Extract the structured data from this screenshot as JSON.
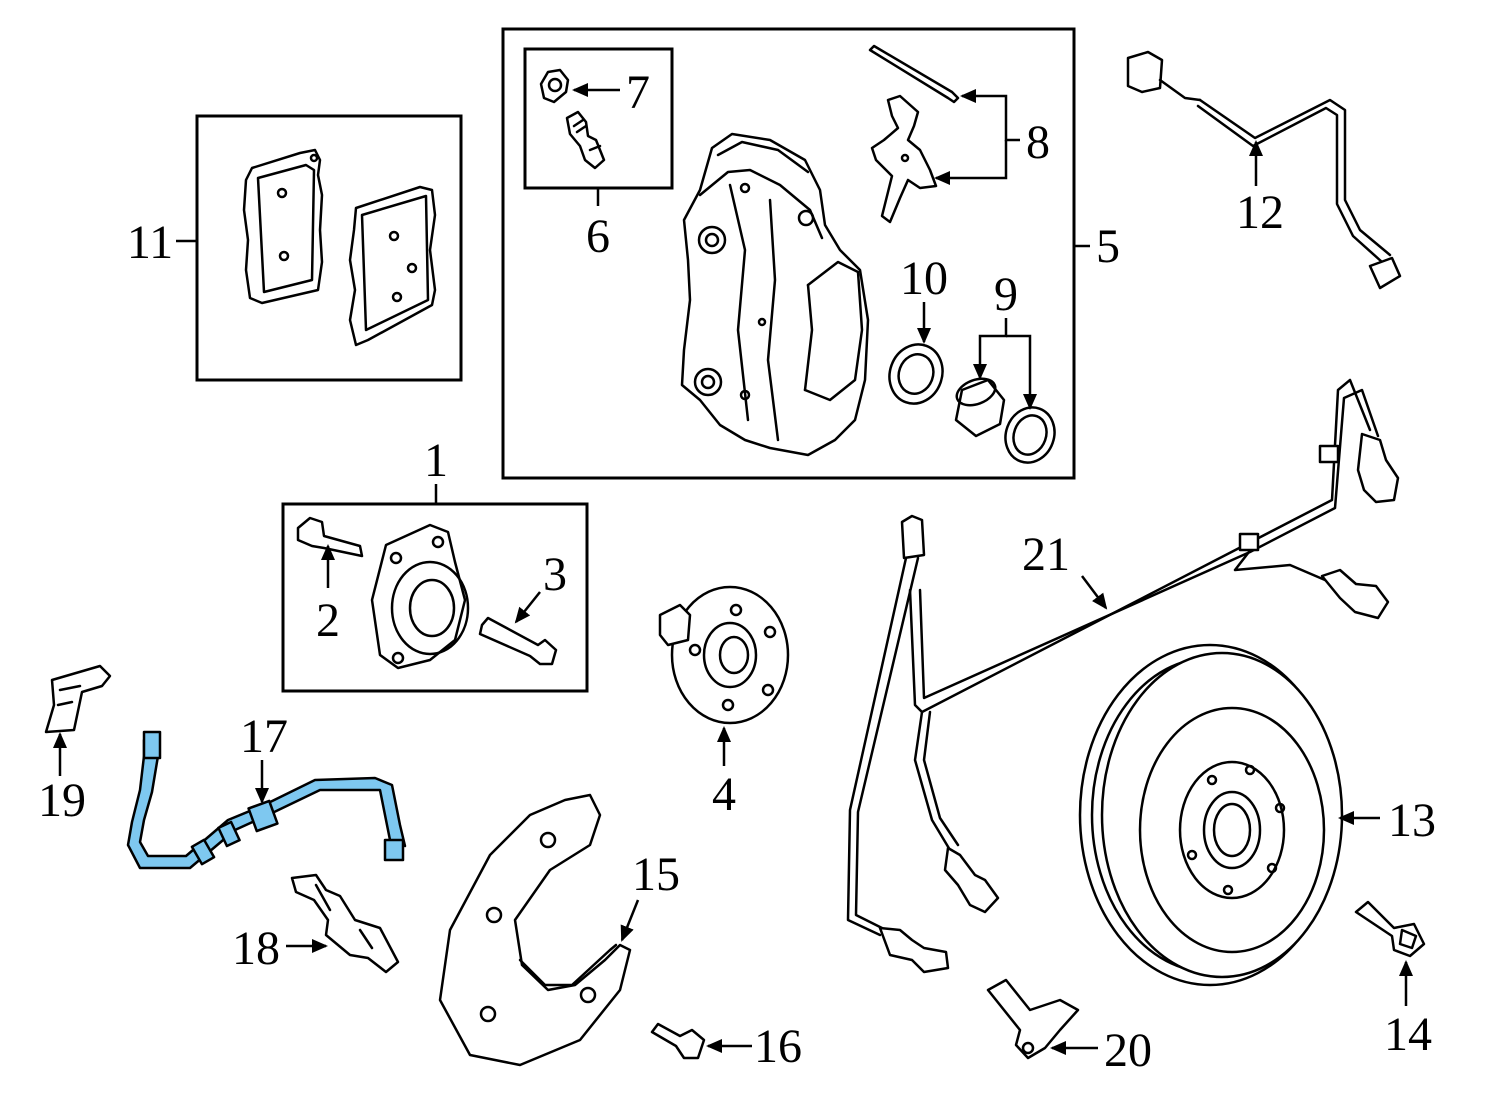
{
  "diagram": {
    "callouts": [
      {
        "id": "c1",
        "label": "1"
      },
      {
        "id": "c2",
        "label": "2"
      },
      {
        "id": "c3",
        "label": "3"
      },
      {
        "id": "c4",
        "label": "4"
      },
      {
        "id": "c5",
        "label": "5"
      },
      {
        "id": "c6",
        "label": "6"
      },
      {
        "id": "c7",
        "label": "7"
      },
      {
        "id": "c8",
        "label": "8"
      },
      {
        "id": "c9",
        "label": "9"
      },
      {
        "id": "c10",
        "label": "10"
      },
      {
        "id": "c11",
        "label": "11"
      },
      {
        "id": "c12",
        "label": "12"
      },
      {
        "id": "c13",
        "label": "13"
      },
      {
        "id": "c14",
        "label": "14"
      },
      {
        "id": "c15",
        "label": "15"
      },
      {
        "id": "c16",
        "label": "16"
      },
      {
        "id": "c17",
        "label": "17"
      },
      {
        "id": "c18",
        "label": "18"
      },
      {
        "id": "c19",
        "label": "19"
      },
      {
        "id": "c20",
        "label": "20"
      },
      {
        "id": "c21",
        "label": "21"
      }
    ],
    "highlight_color": "#7ec8f0",
    "line_color": "#000000"
  }
}
